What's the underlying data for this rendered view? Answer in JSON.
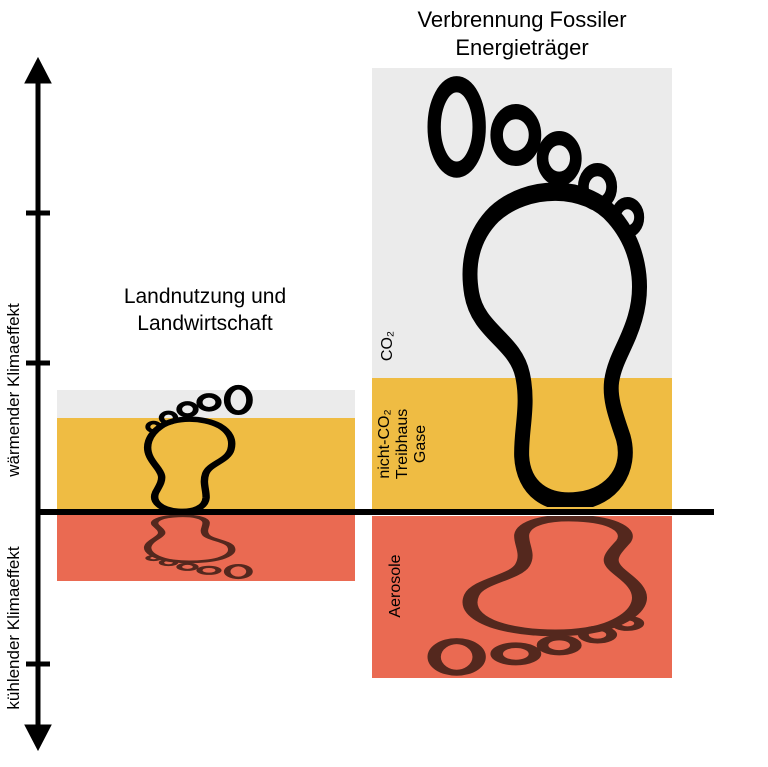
{
  "colors": {
    "bg": "#ffffff",
    "ink": "#000000",
    "gray": "#EBEBEB",
    "yellow": "#EFBC43",
    "red": "#EA6A52",
    "brown": "#54281E"
  },
  "axis": {
    "warming_label": "wärmender Klimaeffekt",
    "cooling_label": "kühlender Klimaeffekt"
  },
  "bars": {
    "left": {
      "title": "Landnutzung und Landwirtschaft",
      "sections": {
        "co2": {
          "label": "",
          "color_key": "gray"
        },
        "non_co2": {
          "label": "",
          "color_key": "yellow"
        },
        "aerosole": {
          "label": "",
          "color_key": "red"
        }
      }
    },
    "right": {
      "title": "Verbrennung Fossiler Energieträger",
      "sections": {
        "co2": {
          "label": "CO₂",
          "color_key": "gray"
        },
        "non_co2": {
          "lines": [
            "nicht-CO₂",
            "Treibhaus",
            "Gase"
          ],
          "color_key": "yellow"
        },
        "aerosole": {
          "label": "Aerosole",
          "color_key": "red"
        }
      }
    }
  },
  "icons": {
    "footprint": "footprint-icon",
    "footprint_reflection": "footprint-reflection-icon",
    "axis_arrows": "double-arrow-axis-icon"
  },
  "chart_data": {
    "type": "bar",
    "subtype": "stacked qualitative (no numeric scale shown)",
    "categories": [
      "Landnutzung und Landwirtschaft",
      "Verbrennung Fossiler Energieträger"
    ],
    "series": [
      {
        "name": "CO₂",
        "color": "#EBEBEB",
        "values": [
          0.19,
          2.1
        ]
      },
      {
        "name": "nicht-CO₂ Treibhaus Gase",
        "color": "#EFBC43",
        "values": [
          0.62,
          0.89
        ]
      },
      {
        "name": "Aerosole",
        "color": "#EA6A52",
        "values": [
          -0.45,
          -1.09
        ]
      }
    ],
    "units": "relative axis-tick units (axis is unlabeled)",
    "ylabel_positive": "wärmender Klimaeffekt",
    "ylabel_negative": "kühlender Klimaeffekt",
    "baseline": 0,
    "legend_position": "in-bar rotated labels",
    "grid": false
  }
}
